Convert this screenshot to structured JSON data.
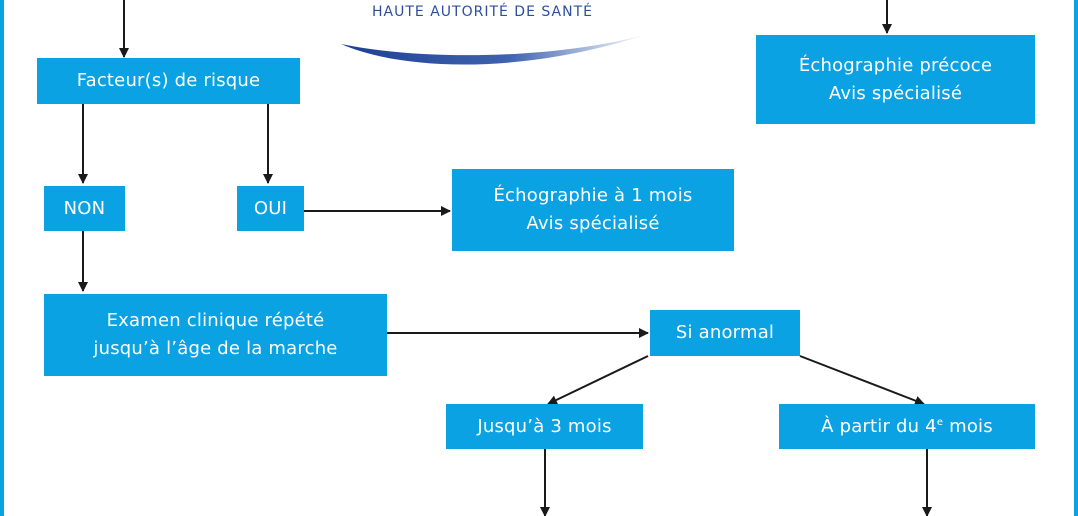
{
  "header": {
    "org_name": "HAUTE AUTORITÉ DE SANTÉ",
    "accent_color": "#0aa2e3",
    "logo_color": "#2c4f9e"
  },
  "nodes": {
    "risk_factors": "Facteur(s) de risque",
    "no": "NON",
    "yes": "OUI",
    "early_ultrasound_line1": "Échographie précoce",
    "early_ultrasound_line2": "Avis spécialisé",
    "ultrasound_1m_line1": "Échographie à 1 mois",
    "ultrasound_1m_line2": "Avis spécialisé",
    "clinical_exam_line1": "Examen clinique répété",
    "clinical_exam_line2": "jusqu’à l’âge de la marche",
    "if_abnormal": "Si anormal",
    "up_to_3m": "Jusqu’à 3 mois",
    "from_4m_prefix": "À partir du 4",
    "from_4m_sup": "e",
    "from_4m_suffix": " mois"
  }
}
